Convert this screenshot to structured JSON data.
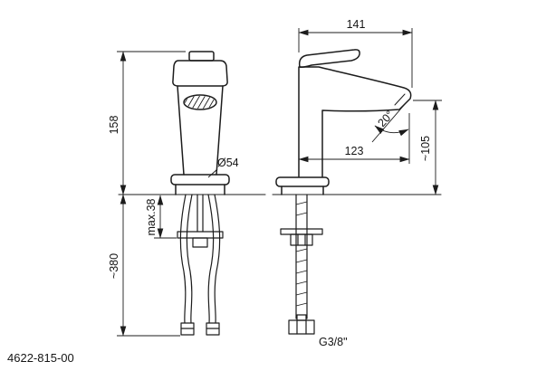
{
  "drawing": {
    "part_number": "4622-815-00",
    "dimensions": {
      "overall_height": "158",
      "hose_length": "~380",
      "max_mount_thickness": "max.38",
      "base_diameter": "Ø54",
      "overall_length": "141",
      "spout_reach": "123",
      "spout_angle": "20°",
      "outlet_height": "~105",
      "thread_size": "G3/8\""
    }
  }
}
